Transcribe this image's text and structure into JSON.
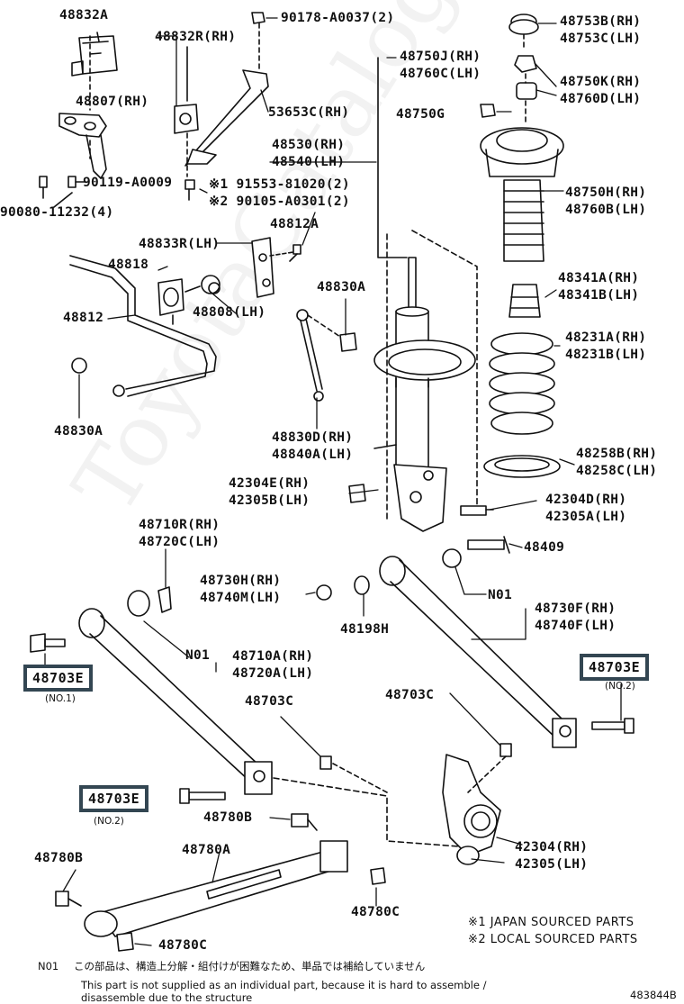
{
  "watermark": "ToyotaCatalog.ru",
  "diagram_id": "483844B",
  "labels": {
    "l_48832A": "48832A",
    "l_90178": "90178-A0037(2)",
    "l_48753": "48753B(RH)\n48753C(LH)",
    "l_48832R": "48832R(RH)",
    "l_48750J": "48750J(RH)\n48760C(LH)",
    "l_48750K": "48750K(RH)\n48760D(LH)",
    "l_48807": "48807(RH)",
    "l_53653C": "53653C(RH)",
    "l_48750G": "48750G",
    "l_48530": "48530(RH)\n48540(LH)",
    "l_90119": "90119-A0009",
    "l_91553": "※1 91553-81020(2)\n※2 90105-A0301(2)",
    "l_48750H": "48750H(RH)\n48760B(LH)",
    "l_90080": "90080-11232(4)",
    "l_48812A": "48812A",
    "l_48833R": "48833R(LH)",
    "l_48818": "48818",
    "l_48341": "48341A(RH)\n48341B(LH)",
    "l_48830A_top": "48830A",
    "l_48808": "48808(LH)",
    "l_48812": "48812",
    "l_48231": "48231A(RH)\n48231B(LH)",
    "l_48830A_low": "48830A",
    "l_48830D": "48830D(RH)\n48840A(LH)",
    "l_48258": "48258B(RH)\n48258C(LH)",
    "l_42304E": "42304E(RH)\n42305B(LH)",
    "l_42304D": "42304D(RH)\n42305A(LH)",
    "l_48710R": "48710R(RH)\n48720C(LH)",
    "l_48409": "48409",
    "l_48730H": "48730H(RH)\n48740M(LH)",
    "l_N01_right": "N01",
    "l_48198H": "48198H",
    "l_48730F": "48730F(RH)\n48740F(LH)",
    "l_N01_left": "N01",
    "l_48710A": "48710A(RH)\n48720A(LH)",
    "l_48703C_mid": "48703C",
    "l_48703C_right": "48703C",
    "l_48780B_mid": "48780B",
    "l_42304": "42304(RH)\n42305(LH)",
    "l_48780B_left": "48780B",
    "l_48780A": "48780A",
    "l_48780C_right": "48780C",
    "l_48780C_bottom": "48780C"
  },
  "boxed": {
    "b_no1": {
      "code": "48703E",
      "tag": "(NO.1)"
    },
    "b_no2_right": {
      "code": "48703E",
      "tag": "(NO.2)"
    },
    "b_no2_left": {
      "code": "48703E",
      "tag": "(NO.2)"
    }
  },
  "notes": {
    "japan": "※1 JAPAN SOURCED PARTS",
    "local": "※2 LOCAL SOURCED PARTS"
  },
  "footer": {
    "code": "N01",
    "jp": "この部品は、構造上分解・組付けが困難なため、単品では補給していません",
    "en": "This part is not supplied as an individual part, because it is hard to assemble /\ndisassemble due to the structure"
  }
}
